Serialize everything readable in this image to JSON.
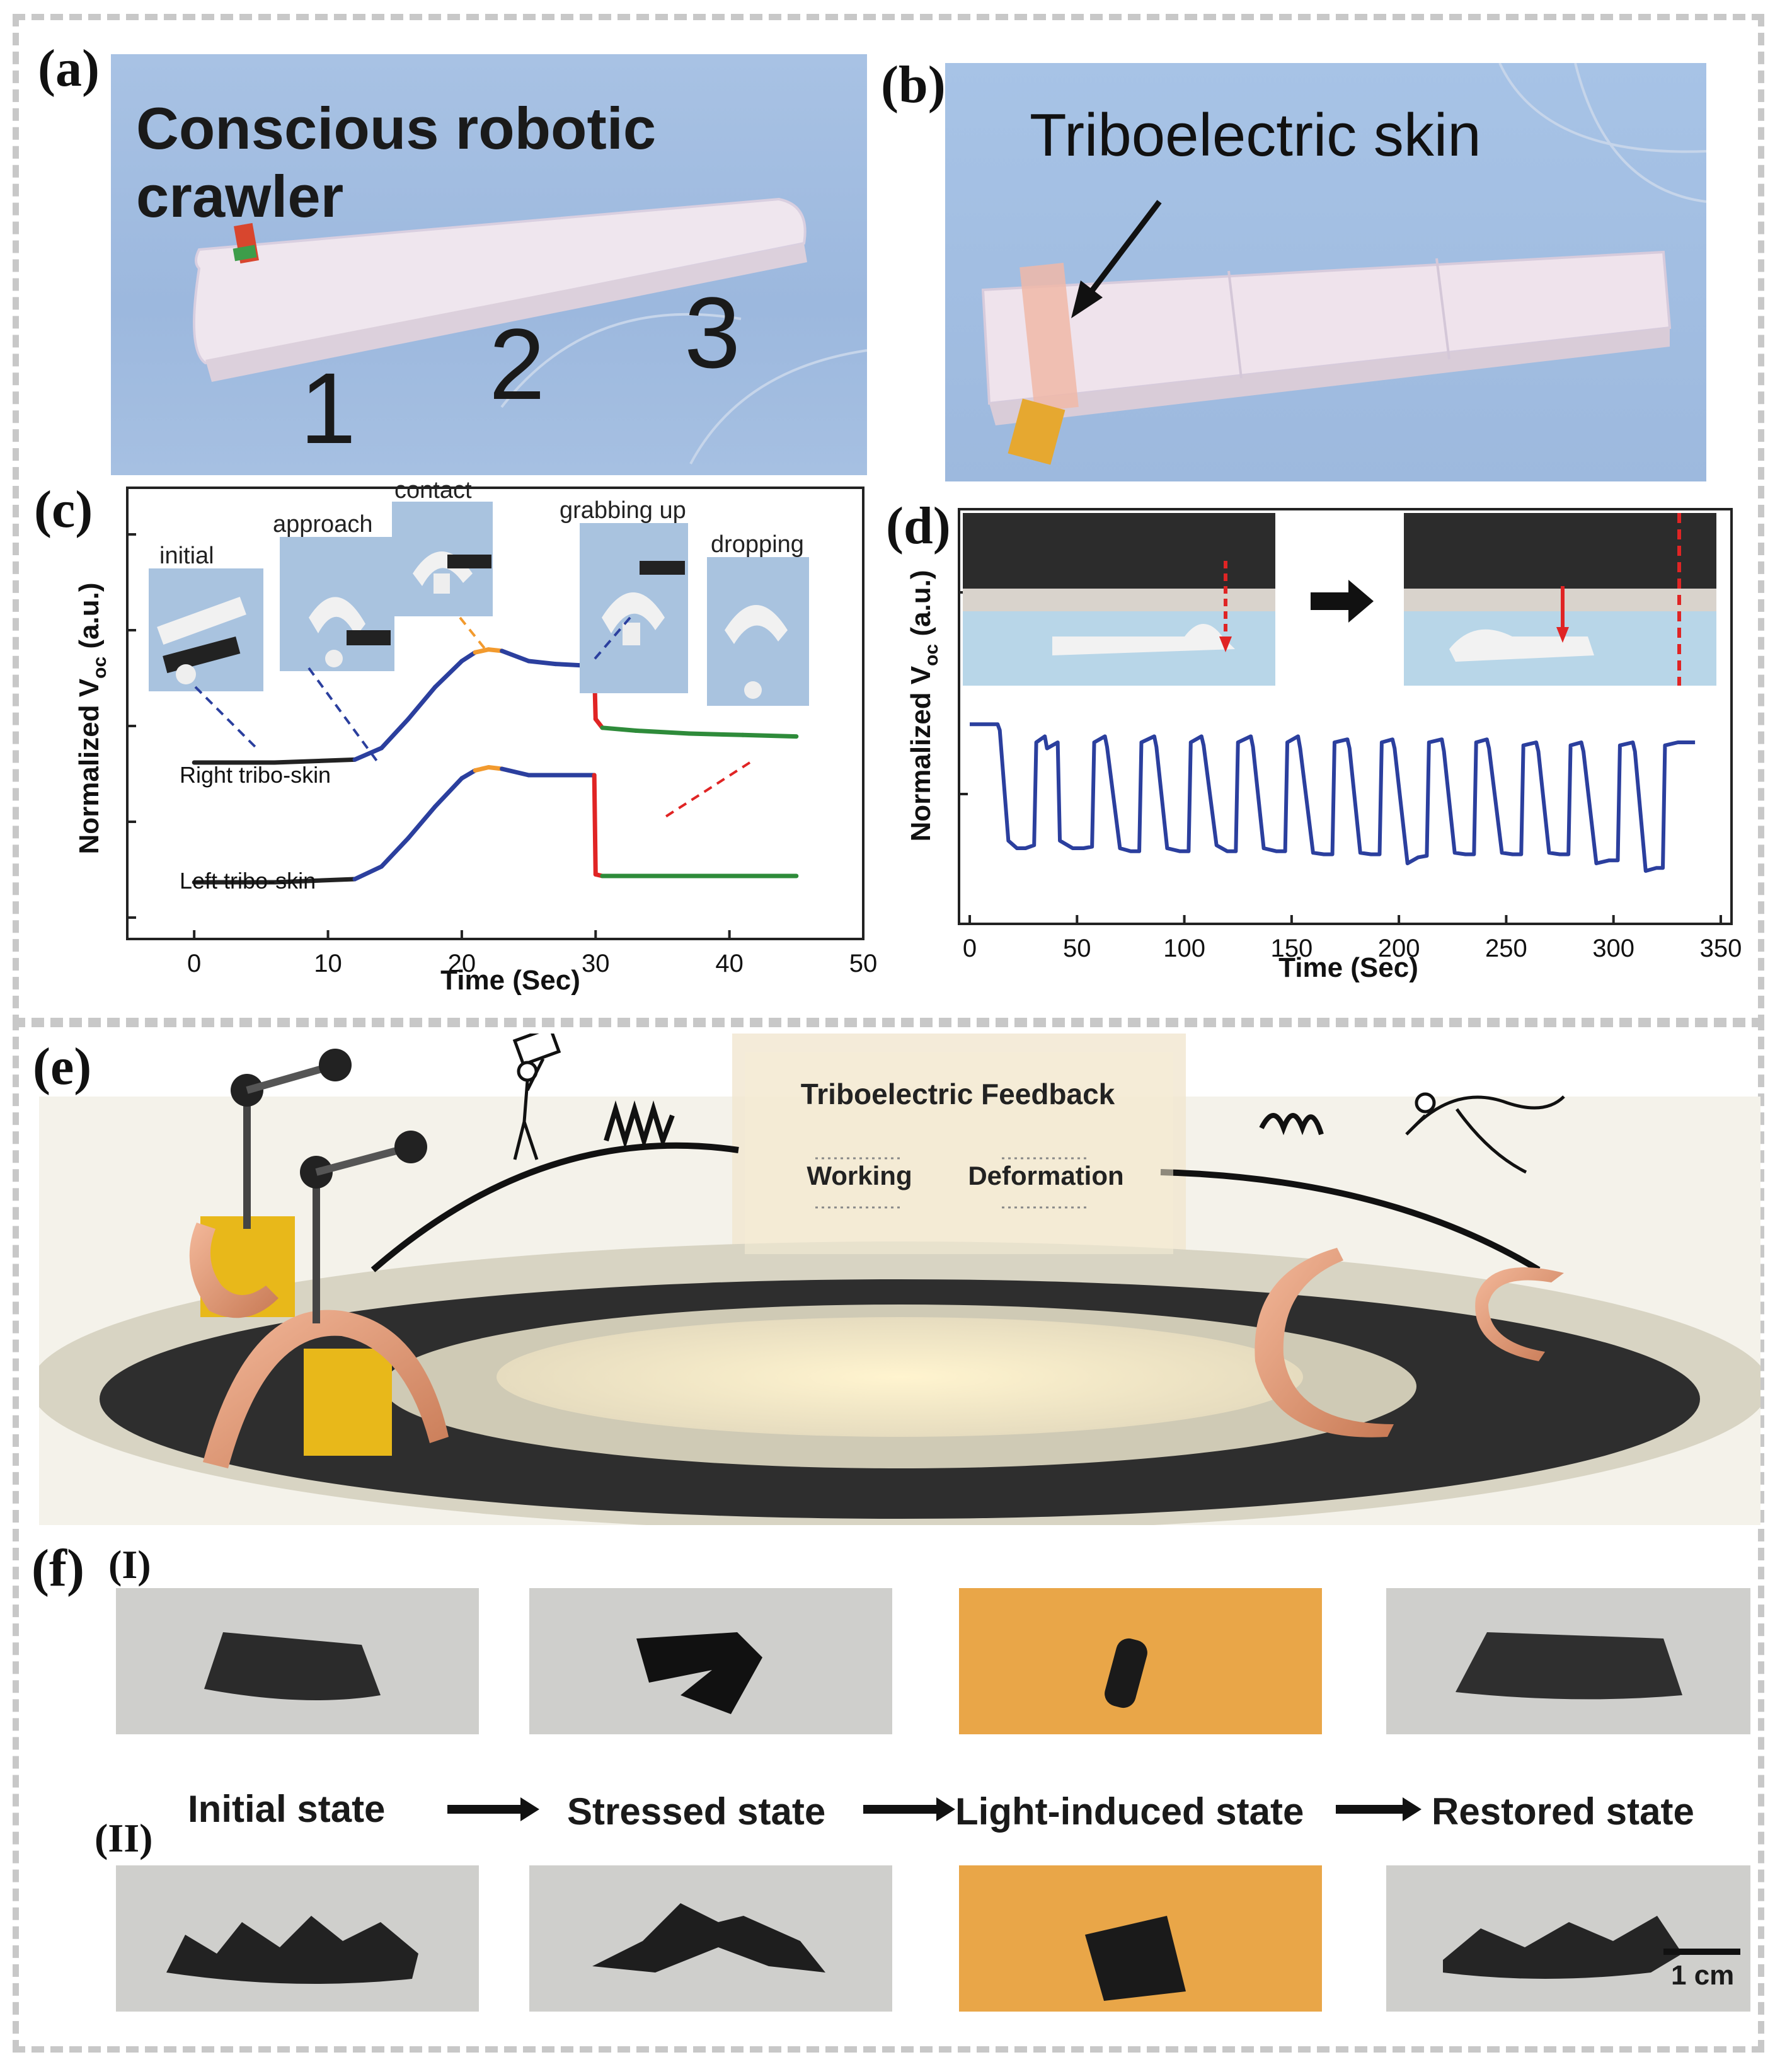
{
  "panels": {
    "a": {
      "label": "(a)",
      "title": "Conscious robotic crawler",
      "numbers": [
        "1",
        "2",
        "3"
      ]
    },
    "b": {
      "label": "(b)",
      "title": "Triboelectric skin"
    },
    "c": {
      "label": "(c)",
      "stages": [
        "initial",
        "approach",
        "contact",
        "grabbing up",
        "dropping"
      ],
      "curve_labels": [
        "Right tribo-skin",
        "Left tribo-skin"
      ]
    },
    "d": {
      "label": "(d)"
    },
    "e": {
      "label": "(e)",
      "center_title": "Triboelectric Feedback",
      "center_items": [
        "Working",
        "Deformation"
      ]
    },
    "f": {
      "label": "(f)",
      "row_labels": [
        "(I)",
        "(II)"
      ],
      "states": [
        "Initial state",
        "Stressed state",
        "Light-induced state",
        "Restored state"
      ],
      "scale_bar": "1 cm"
    }
  },
  "chart_data": [
    {
      "id": "c",
      "type": "line",
      "xlabel": "Time (Sec)",
      "ylabel": "Normalized V",
      "ylabel_sub": "oc",
      "ylabel_unit": "(a.u.)",
      "xlim": [
        -5,
        50
      ],
      "xticks": [
        0,
        10,
        20,
        30,
        40,
        50
      ],
      "colors": {
        "rise": "#2b3f9e",
        "peak": "#f29a2e",
        "drop": "#e02424",
        "tail": "#2e8b3a",
        "base": "#222222"
      },
      "series": [
        {
          "name": "Right tribo-skin",
          "x": [
            0,
            6,
            12,
            14,
            16,
            18,
            20,
            21,
            22,
            23,
            25,
            27,
            29,
            29.9,
            30,
            30.5,
            33,
            37,
            41,
            45
          ],
          "y": [
            0.0,
            0.0,
            0.02,
            0.1,
            0.3,
            0.52,
            0.7,
            0.76,
            0.78,
            0.77,
            0.7,
            0.68,
            0.67,
            0.66,
            0.3,
            0.24,
            0.22,
            0.2,
            0.19,
            0.18
          ]
        },
        {
          "name": "Left tribo-skin",
          "x": [
            0,
            6,
            12,
            14,
            16,
            18,
            20,
            21,
            22,
            23,
            25,
            27,
            29,
            29.9,
            30,
            30.5,
            33,
            37,
            41,
            45
          ],
          "y": [
            0.0,
            0.0,
            0.02,
            0.1,
            0.28,
            0.48,
            0.66,
            0.71,
            0.73,
            0.72,
            0.68,
            0.68,
            0.68,
            0.68,
            0.05,
            0.04,
            0.04,
            0.04,
            0.04,
            0.04
          ]
        }
      ]
    },
    {
      "id": "d",
      "type": "line",
      "xlabel": "Time (Sec)",
      "ylabel": "Normalized V",
      "ylabel_sub": "oc",
      "ylabel_unit": "(a.u.)",
      "xlim": [
        -5,
        355
      ],
      "xticks": [
        0,
        50,
        100,
        150,
        200,
        250,
        300,
        350
      ],
      "colors": {
        "line": "#2b3f9e"
      },
      "series": [
        {
          "name": "",
          "x": [
            0,
            13,
            14,
            18,
            22,
            26,
            30,
            31,
            35,
            36,
            41,
            42,
            48,
            53,
            57,
            58,
            63,
            64,
            70,
            75,
            79,
            80,
            86,
            87,
            92,
            98,
            102,
            103,
            108,
            109,
            115,
            120,
            124,
            125,
            131,
            132,
            137,
            143,
            147,
            148,
            153,
            154,
            160,
            165,
            169,
            170,
            176,
            177,
            182,
            187,
            191,
            192,
            197,
            198,
            204,
            209,
            213,
            214,
            220,
            221,
            226,
            231,
            235,
            236,
            241,
            242,
            248,
            253,
            257,
            258,
            264,
            265,
            270,
            275,
            279,
            280,
            285,
            286,
            292,
            298,
            302,
            303,
            309,
            310,
            315,
            320,
            323,
            324,
            330,
            338
          ],
          "y": [
            0.92,
            0.92,
            0.88,
            0.15,
            0.1,
            0.1,
            0.12,
            0.8,
            0.84,
            0.76,
            0.8,
            0.15,
            0.1,
            0.1,
            0.11,
            0.8,
            0.84,
            0.77,
            0.1,
            0.08,
            0.08,
            0.8,
            0.84,
            0.77,
            0.1,
            0.08,
            0.08,
            0.8,
            0.84,
            0.78,
            0.12,
            0.08,
            0.08,
            0.8,
            0.84,
            0.77,
            0.1,
            0.08,
            0.08,
            0.8,
            0.84,
            0.76,
            0.07,
            0.06,
            0.06,
            0.8,
            0.82,
            0.76,
            0.07,
            0.06,
            0.06,
            0.8,
            0.82,
            0.76,
            0.0,
            0.04,
            0.05,
            0.8,
            0.82,
            0.74,
            0.07,
            0.06,
            0.06,
            0.8,
            0.82,
            0.76,
            0.07,
            0.06,
            0.06,
            0.78,
            0.8,
            0.74,
            0.07,
            0.06,
            0.06,
            0.78,
            0.8,
            0.74,
            0.0,
            0.02,
            0.02,
            0.78,
            0.8,
            0.74,
            -0.05,
            -0.03,
            -0.03,
            0.78,
            0.8,
            0.8
          ]
        }
      ]
    }
  ]
}
